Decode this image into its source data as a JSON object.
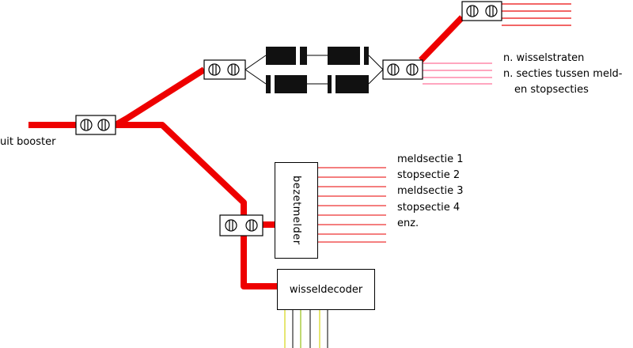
{
  "labels": {
    "booster": "uit booster",
    "wisselstraten": "n. wisselstraten",
    "secties_line1": "n. secties tussen meld-",
    "secties_line2": "en stopsecties",
    "sections": [
      "meldsectie 1",
      "stopsectie 2",
      "meldsectie 3",
      "stopsectie 4",
      "enz."
    ]
  },
  "modules": {
    "bezetmelder": "bezetmelder",
    "wisseldecoder": "wisseldecoder"
  },
  "colors": {
    "main_wire": "#ee0000",
    "thin_wire": "#ee3333",
    "pink_wire": "#ff88aa",
    "diode": "#111111",
    "outline": "#000000"
  }
}
